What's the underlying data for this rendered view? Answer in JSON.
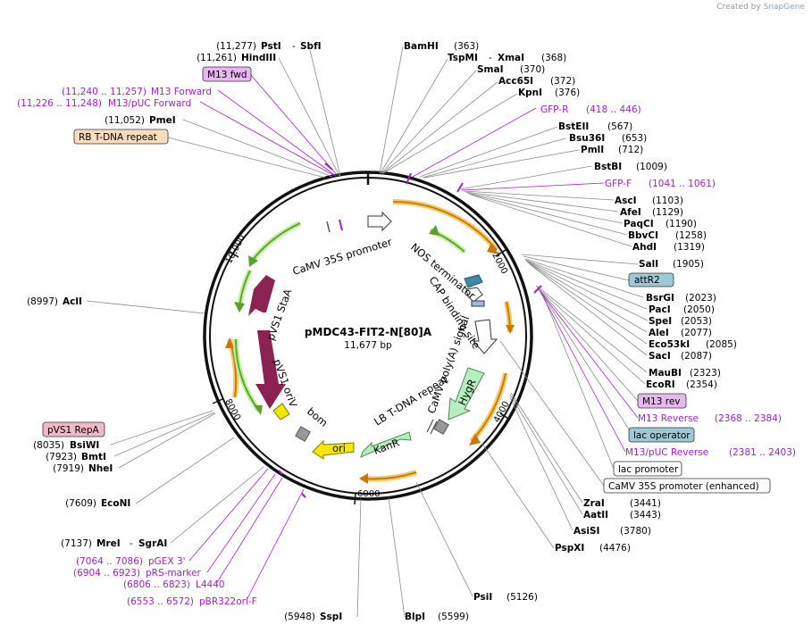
{
  "credit": {
    "prefix": "Created by",
    "brand": "SnapGene"
  },
  "plasmid": {
    "name": "pMDC43-FIT2-N[80]A",
    "size": "11,677 bp"
  },
  "ticks": [
    "2000",
    "4000",
    "6000",
    "8000",
    "10,000"
  ],
  "colors": {
    "feature_arrow_dark": "#8b2252",
    "hygr": "#b5efc0",
    "kanr": "#b5efc0",
    "ori": "#f4e800",
    "primer": "#a020c8",
    "highlight": "#f4c96b",
    "orf_green": "#5aa02c",
    "orf_orange": "#c87800",
    "attR2": "#9ec8d6",
    "lac_operator": "#9ec8d6",
    "rb_tdna": "#fbdcbc",
    "m13": "#e7b8f0",
    "pvs1_repa": "#f0b8c8"
  },
  "labels_right": [
    {
      "name": "BamHI",
      "pos": "(363)",
      "kind": "site"
    },
    {
      "name": "TspMI",
      "extra": "XmaI",
      "pos": "(368)",
      "kind": "site"
    },
    {
      "name": "SmaI",
      "pos": "(370)",
      "kind": "site"
    },
    {
      "name": "Acc65I",
      "pos": "(372)",
      "kind": "site"
    },
    {
      "name": "KpnI",
      "pos": "(376)",
      "kind": "site"
    },
    {
      "name": "GFP-R",
      "pos": "(418 .. 446)",
      "kind": "primer"
    },
    {
      "name": "BstEII",
      "pos": "(567)",
      "kind": "site"
    },
    {
      "name": "Bsu36I",
      "pos": "(653)",
      "kind": "site"
    },
    {
      "name": "PmlI",
      "pos": "(712)",
      "kind": "site"
    },
    {
      "name": "BstBI",
      "pos": "(1009)",
      "kind": "site"
    },
    {
      "name": "GFP-F",
      "pos": "(1041 .. 1061)",
      "kind": "primer"
    },
    {
      "name": "AscI",
      "pos": "(1103)",
      "kind": "site"
    },
    {
      "name": "AfeI",
      "pos": "(1129)",
      "kind": "site"
    },
    {
      "name": "PaqCI",
      "pos": "(1190)",
      "kind": "site"
    },
    {
      "name": "BbvCI",
      "pos": "(1258)",
      "kind": "site"
    },
    {
      "name": "AhdI",
      "pos": "(1319)",
      "kind": "site"
    },
    {
      "name": "SalI",
      "pos": "(1905)",
      "kind": "site"
    },
    {
      "name": "attR2",
      "kind": "feature"
    },
    {
      "name": "BsrGI",
      "pos": "(2023)",
      "kind": "site"
    },
    {
      "name": "PacI",
      "pos": "(2050)",
      "kind": "site"
    },
    {
      "name": "SpeI",
      "pos": "(2053)",
      "kind": "site"
    },
    {
      "name": "AleI",
      "pos": "(2077)",
      "kind": "site"
    },
    {
      "name": "Eco53kI",
      "pos": "(2085)",
      "kind": "site"
    },
    {
      "name": "SacI",
      "pos": "(2087)",
      "kind": "site"
    },
    {
      "name": "MauBI",
      "pos": "(2323)",
      "kind": "site"
    },
    {
      "name": "EcoRI",
      "pos": "(2354)",
      "kind": "site"
    },
    {
      "name": "M13 rev",
      "kind": "feature"
    },
    {
      "name": "M13 Reverse",
      "pos": "(2368 .. 2384)",
      "kind": "primer"
    },
    {
      "name": "lac operator",
      "kind": "feature"
    },
    {
      "name": "M13/pUC Reverse",
      "pos": "(2381 .. 2403)",
      "kind": "primer"
    },
    {
      "name": "lac promoter",
      "kind": "feature"
    },
    {
      "name": "CaMV 35S promoter (enhanced)",
      "kind": "feature"
    },
    {
      "name": "ZraI",
      "pos": "(3441)",
      "kind": "site"
    },
    {
      "name": "AatII",
      "pos": "(3443)",
      "kind": "site"
    },
    {
      "name": "AsiSI",
      "pos": "(3780)",
      "kind": "site"
    },
    {
      "name": "PspXI",
      "pos": "(4476)",
      "kind": "site"
    },
    {
      "name": "PsiI",
      "pos": "(5126)",
      "kind": "site"
    },
    {
      "name": "BlpI",
      "pos": "(5599)",
      "kind": "site"
    }
  ],
  "labels_left": [
    {
      "name": "PstI",
      "extra": "SbfI",
      "pos": "(11,277)",
      "kind": "site"
    },
    {
      "name": "HindIII",
      "pos": "(11,261)",
      "kind": "site"
    },
    {
      "name": "M13 fwd",
      "kind": "feature"
    },
    {
      "name": "M13 Forward",
      "pos": "(11,240 .. 11,257)",
      "kind": "primer"
    },
    {
      "name": "M13/pUC Forward",
      "pos": "(11,226 .. 11,248)",
      "kind": "primer"
    },
    {
      "name": "PmeI",
      "pos": "(11,052)",
      "kind": "site"
    },
    {
      "name": "RB T-DNA repeat",
      "kind": "feature"
    },
    {
      "name": "AclI",
      "pos": "(8997)",
      "kind": "site"
    },
    {
      "name": "pVS1 RepA",
      "kind": "feature"
    },
    {
      "name": "BsiWI",
      "pos": "(8035)",
      "kind": "site"
    },
    {
      "name": "BmtI",
      "pos": "(7923)",
      "kind": "site"
    },
    {
      "name": "NheI",
      "pos": "(7919)",
      "kind": "site"
    },
    {
      "name": "EcoNI",
      "pos": "(7609)",
      "kind": "site"
    },
    {
      "name": "MreI",
      "extra": "SgrAI",
      "pos": "(7137)",
      "kind": "site"
    },
    {
      "name": "pGEX 3'",
      "pos": "(7064 .. 7086)",
      "kind": "primer"
    },
    {
      "name": "pRS-marker",
      "pos": "(6904 .. 6923)",
      "kind": "primer"
    },
    {
      "name": "L4440",
      "pos": "(6806 .. 6823)",
      "kind": "primer"
    },
    {
      "name": "pBR322ori-F",
      "pos": "(6553 .. 6572)",
      "kind": "primer"
    },
    {
      "name": "SspI",
      "pos": "(5948)",
      "kind": "site"
    }
  ],
  "inner_features": [
    "CaMV 35S promoter",
    "NOS terminator",
    "CAP binding site",
    "CaMV poly(A) signal",
    "HygR",
    "LB T-DNA repeat",
    "KanR",
    "ori",
    "bom",
    "pVS1 oriV",
    "pVS1 StaA"
  ]
}
